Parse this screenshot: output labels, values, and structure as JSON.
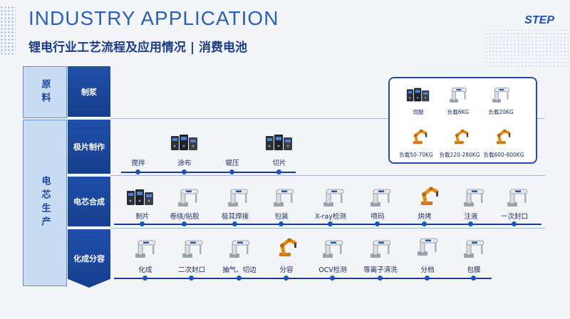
{
  "header": {
    "title": "INDUSTRY APPLICATION",
    "subtitle": "锂电行业工艺流程及应用情况 | 消费电池",
    "logo": "STEP"
  },
  "categories": [
    {
      "label": "原料"
    },
    {
      "label": "电芯生产"
    }
  ],
  "processes": [
    {
      "label": "制浆"
    },
    {
      "label": "极片制作"
    },
    {
      "label": "电芯合成"
    },
    {
      "label": "化成分容"
    }
  ],
  "rows": {
    "electrode": [
      "搅拌",
      "涂布",
      "辊压",
      "切片"
    ],
    "assembly": [
      "制片",
      "卷绕/贴胶",
      "极耳焊接",
      "包装",
      "X-ray检测",
      "喷码",
      "烘烤",
      "注液",
      "一次封口"
    ],
    "formation": [
      "化成",
      "二次封口",
      "抽气、切边",
      "分容",
      "OCV检测",
      "等离子清洗",
      "分档",
      "包膜"
    ]
  },
  "legend": [
    {
      "label": "伺服",
      "icon": "servo-drive-icon"
    },
    {
      "label": "负载6KG",
      "icon": "scara-robot-icon"
    },
    {
      "label": "负载20KG",
      "icon": "scara-robot-icon"
    },
    {
      "label": "负载50-70KG",
      "icon": "industrial-robot-icon"
    },
    {
      "label": "负载220-280KG",
      "icon": "industrial-robot-icon"
    },
    {
      "label": "负载600-800KG",
      "icon": "industrial-robot-icon"
    }
  ],
  "colors": {
    "primary": "#1a56b8",
    "dark": "#163d8b",
    "orange": "#e58a14",
    "light": "#c8dcf3"
  }
}
